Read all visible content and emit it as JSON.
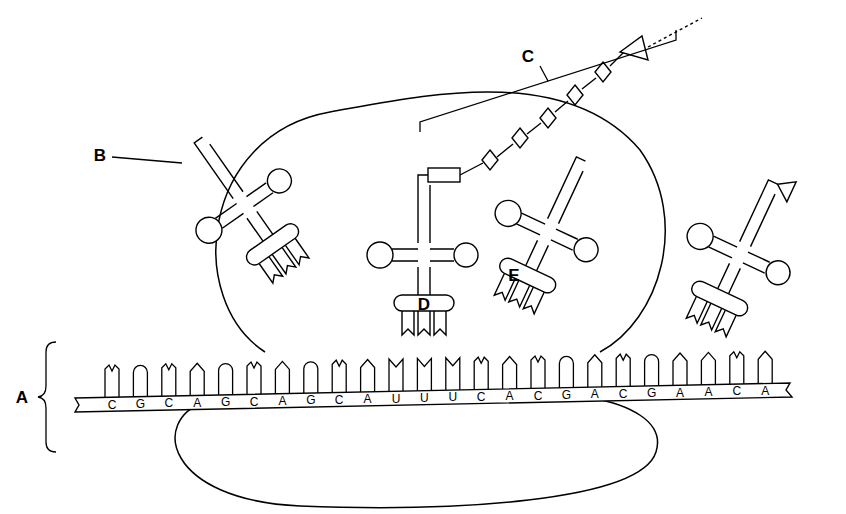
{
  "diagram": {
    "labels": [
      "A",
      "B",
      "C",
      "D",
      "E",
      "C",
      "G",
      "C",
      "A",
      "G",
      "C",
      "A",
      "G",
      "C",
      "A",
      "U",
      "U",
      "U",
      "C",
      "A",
      "C",
      "G",
      "A",
      "C",
      "G",
      "A",
      "A",
      "C",
      "A"
    ]
  }
}
